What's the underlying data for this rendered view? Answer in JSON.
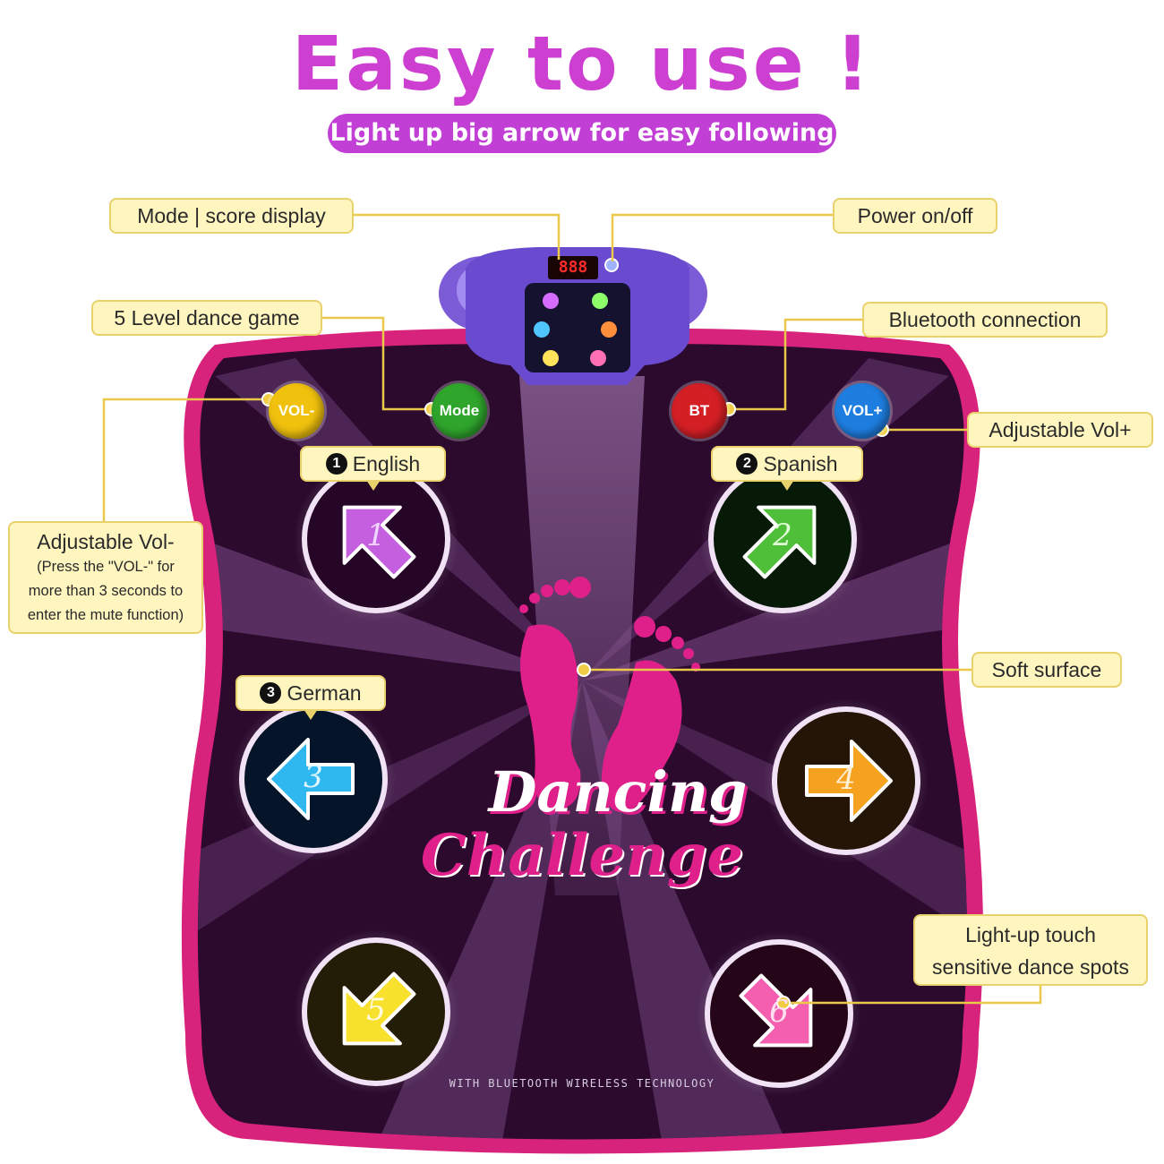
{
  "header": {
    "title": "Easy to use !",
    "subtitle": "Light up big arrow for easy following"
  },
  "control_panel": {
    "score_display": "888"
  },
  "mat": {
    "buttons": {
      "vol_minus": "VOL-",
      "mode": "Mode",
      "bt": "BT",
      "vol_plus": "VOL+"
    },
    "pads": [
      {
        "number": "1",
        "direction": "up-left",
        "color": "#c45fe0"
      },
      {
        "number": "2",
        "direction": "up-right",
        "color": "#4fbf3a"
      },
      {
        "number": "3",
        "direction": "left",
        "color": "#2fb7f0"
      },
      {
        "number": "4",
        "direction": "right",
        "color": "#f6a221"
      },
      {
        "number": "5",
        "direction": "down-left",
        "color": "#f7e12c"
      },
      {
        "number": "6",
        "direction": "down-right",
        "color": "#f45fb0"
      }
    ],
    "logo_line1": "Dancing",
    "logo_line2": "Challenge",
    "footer": "WITH BLUETOOTH WIRELESS TECHNOLOGY"
  },
  "callouts": {
    "mode_score": "Mode | score display",
    "power": "Power on/off",
    "level": "5 Level dance game",
    "bluetooth": "Bluetooth connection",
    "vol_plus": "Adjustable Vol+",
    "english_num": "1",
    "english": "English",
    "spanish_num": "2",
    "spanish": "Spanish",
    "german_num": "3",
    "german": "German",
    "vol_minus_title": "Adjustable Vol-",
    "vol_minus_line1": "(Press the \"VOL-\" for",
    "vol_minus_line2": "more than 3 seconds to",
    "vol_minus_line3": "enter the mute function)",
    "soft_surface": "Soft surface",
    "touch_line1": "Light-up touch",
    "touch_line2": "sensitive dance spots"
  },
  "colors": {
    "title": "#cc3fd0",
    "pill": "#c23fd6",
    "mat_border": "#d8237d",
    "mat_fill": "#2b0a2e",
    "feet": "#e0208a",
    "label_fill": "#fff5bf"
  }
}
